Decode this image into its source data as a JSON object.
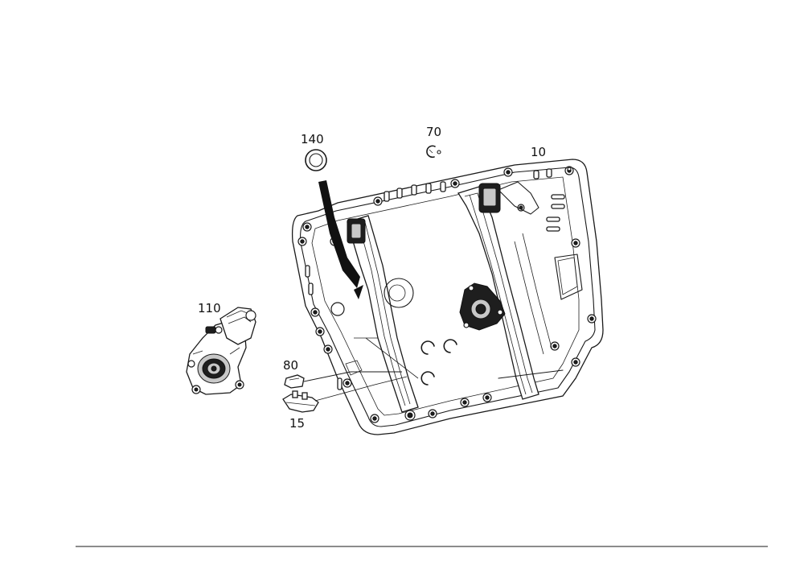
{
  "figure": {
    "callouts": [
      {
        "id": "label-140",
        "text": "140"
      },
      {
        "id": "label-70",
        "text": "70"
      },
      {
        "id": "label-10",
        "text": "10"
      },
      {
        "id": "label-110",
        "text": "110"
      },
      {
        "id": "label-80",
        "text": "80"
      },
      {
        "id": "label-15",
        "text": "15"
      }
    ]
  },
  "parts": {
    "p10": "door-module-carrier",
    "p15": "clip-bracket",
    "p70": "small-clip",
    "p80": "retainer-clip",
    "p110": "window-lift-motor",
    "p140": "sealing-plug"
  }
}
